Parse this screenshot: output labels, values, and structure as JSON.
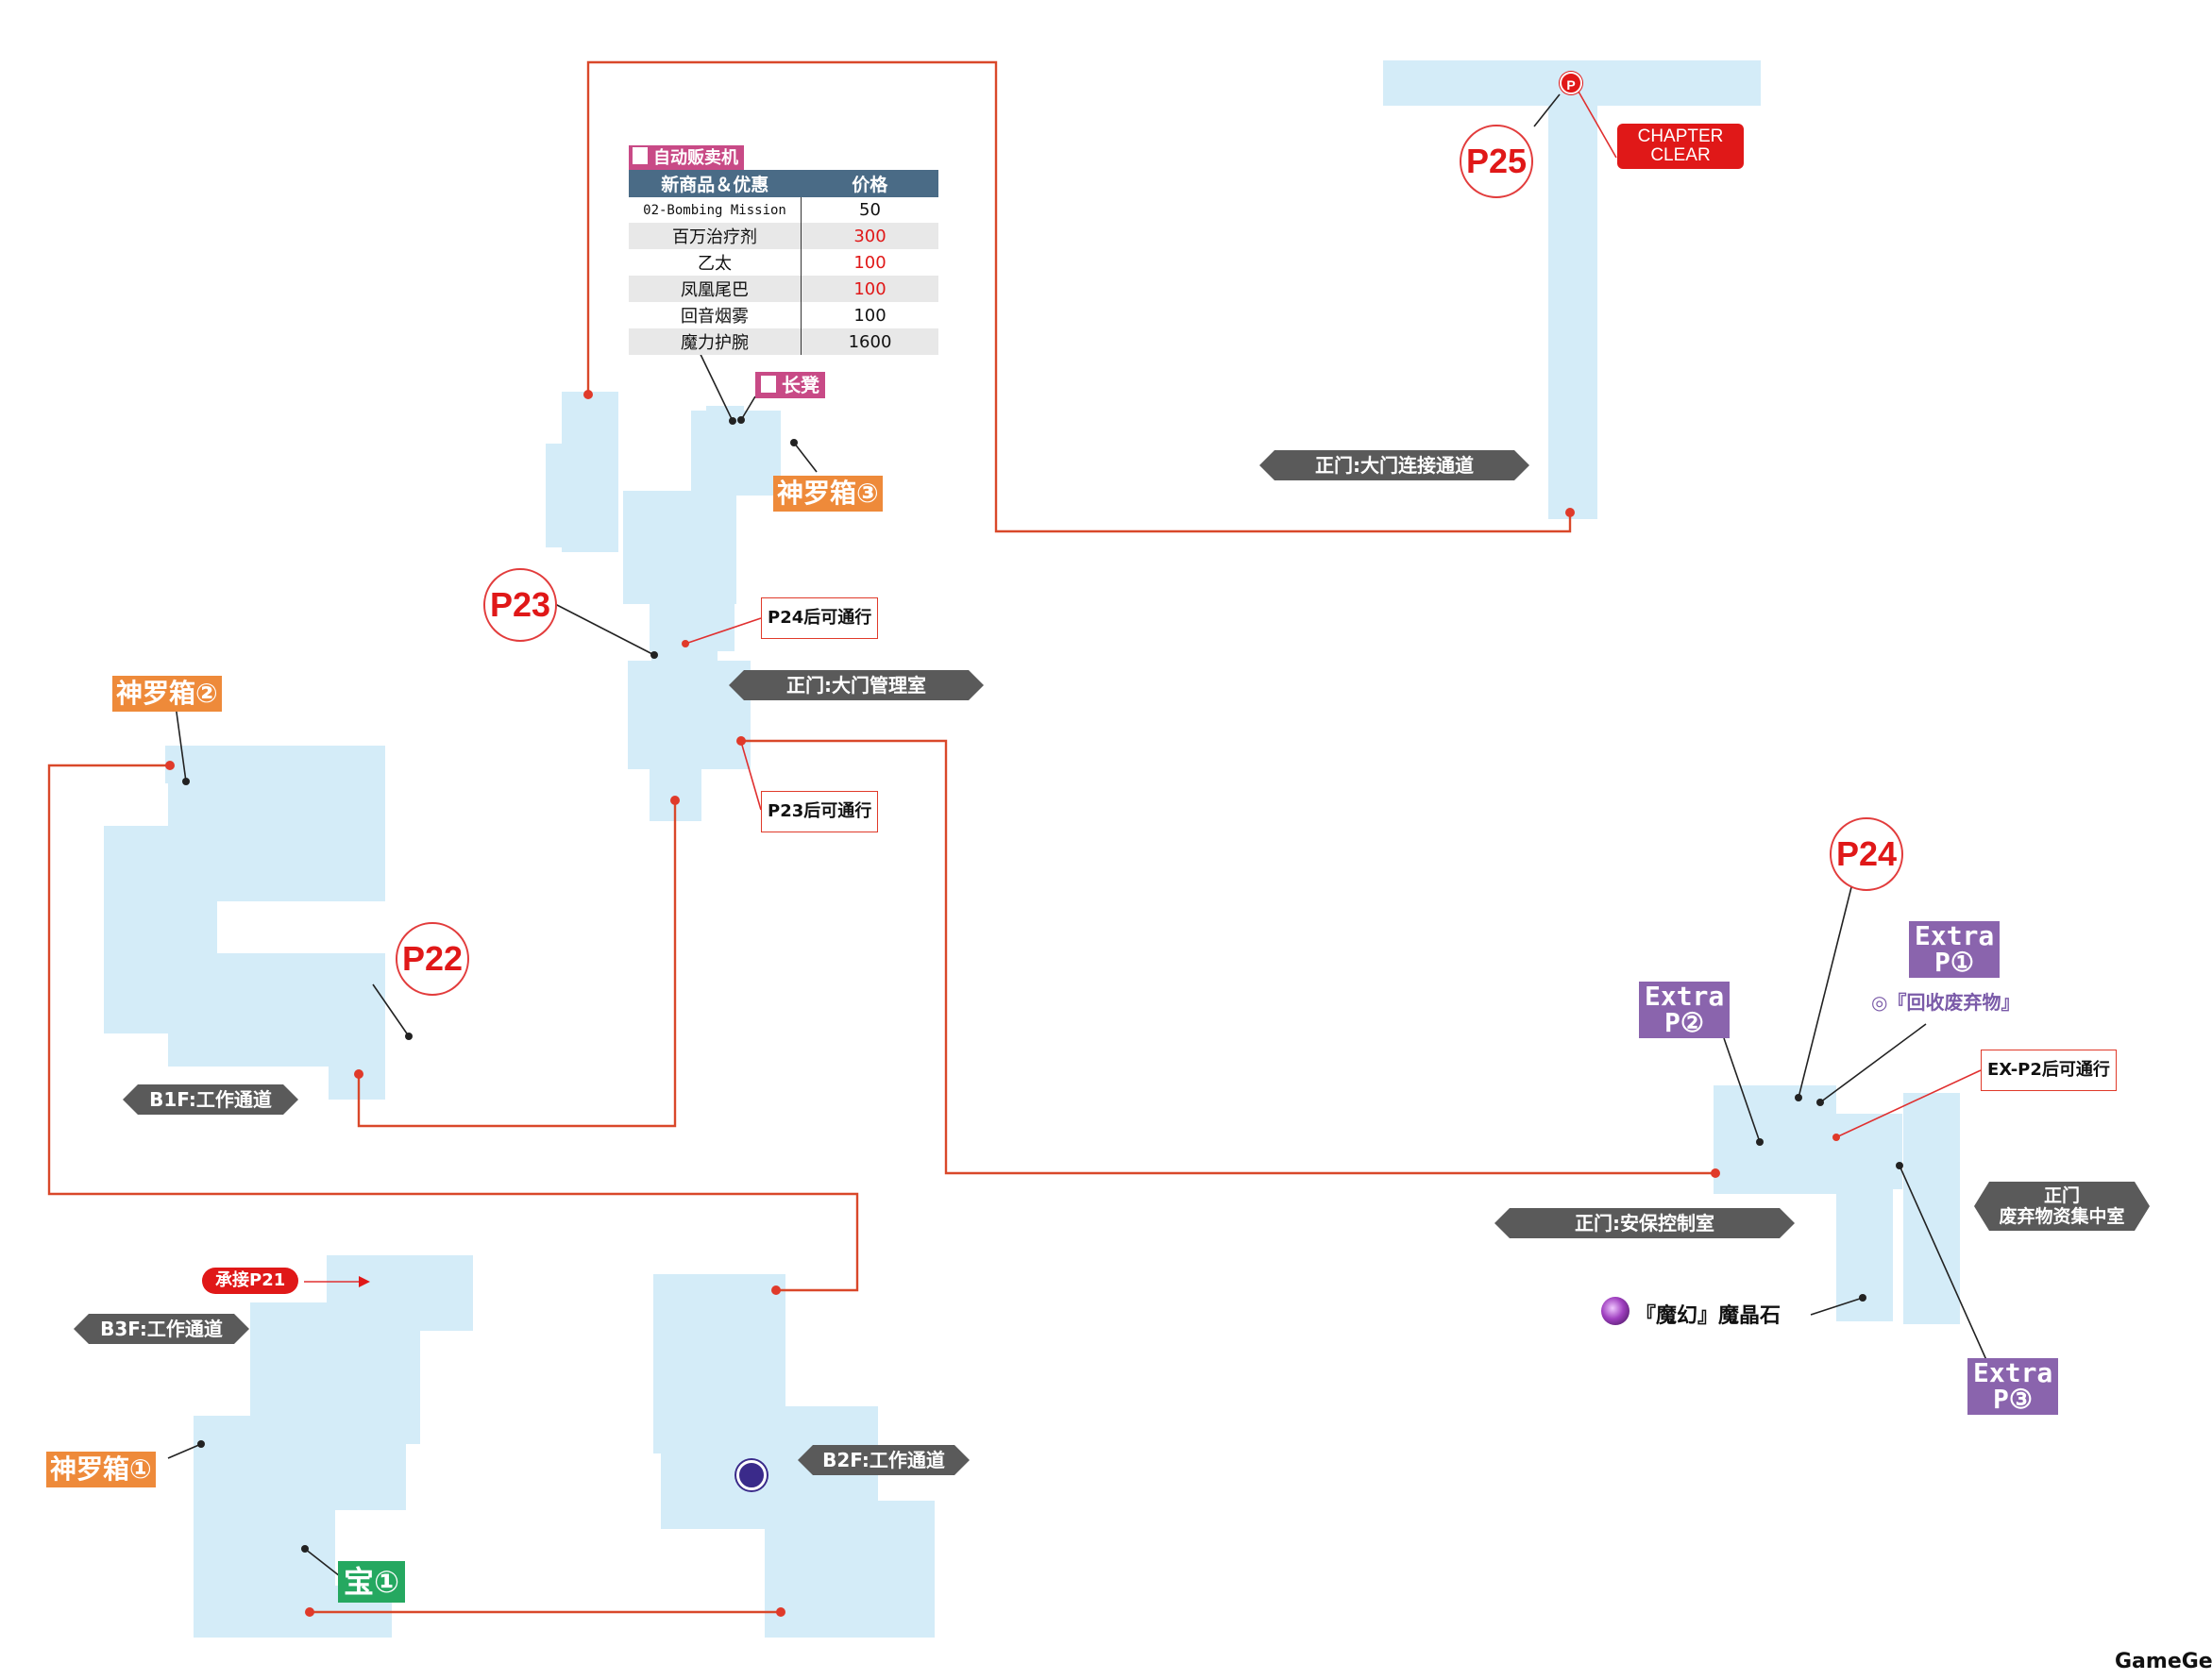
{
  "areas": {
    "b1f": "B1F:工作通道",
    "b2f": "B2F:工作通道",
    "b3f": "B3F:工作通道",
    "gate_mgmt": "正门:大门管理室",
    "gate_passage": "正门:大门连接通道",
    "security": "正门:安保控制室",
    "waste_line1": "正门",
    "waste_line2": "废弃物资集中室"
  },
  "points": {
    "p22": "P22",
    "p23": "P23",
    "p24": "P24",
    "p25": "P25",
    "extra1_line1": "Extra",
    "extra1_line2": "P①",
    "extra2_line1": "Extra",
    "extra2_line2": "P②",
    "extra3_line1": "Extra",
    "extra3_line2": "P③"
  },
  "items": {
    "box1": "神罗箱①",
    "box2": "神罗箱②",
    "box3": "神罗箱③",
    "treasure1": "宝①",
    "bench": "长凳",
    "magic_stone": "『魔幻』魔晶石",
    "recycle": "◎『回收废弃物』",
    "continue_p21": "承接P21"
  },
  "notices": {
    "after_p24": "P24后可通行",
    "after_p23": "P23后可通行",
    "after_exp2": "EX-P2后可通行"
  },
  "chapter_clear": {
    "line1": "CHAPTER",
    "line2": "CLEAR",
    "pin": "P"
  },
  "shop": {
    "title": "自动贩卖机",
    "col_item": "新商品＆优惠",
    "col_price": "价格",
    "rows": [
      {
        "name": "02-Bombing Mission",
        "price": "50",
        "highlight": false
      },
      {
        "name": "百万治疗剂",
        "price": "300",
        "highlight": true
      },
      {
        "name": "乙太",
        "price": "100",
        "highlight": true
      },
      {
        "name": "凤凰尾巴",
        "price": "100",
        "highlight": true
      },
      {
        "name": "回音烟雾",
        "price": "100",
        "highlight": false
      },
      {
        "name": "魔力护腕",
        "price": "1600",
        "highlight": false
      }
    ]
  },
  "watermark": "GameGene",
  "colors": {
    "room": "#d4ecf8",
    "route": "#d9482a",
    "point_red": "#e01818",
    "area_label": "#5a5a5a",
    "shinra_box": "#ee8a3a",
    "treasure": "#25a860",
    "extra": "#8a64ad",
    "bench": "#c84a86",
    "shop_header": "#4a6b86"
  }
}
